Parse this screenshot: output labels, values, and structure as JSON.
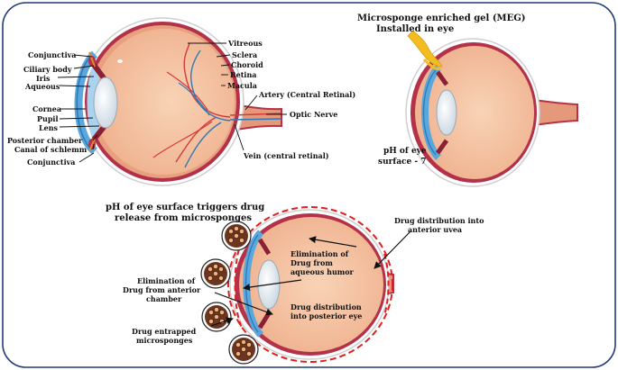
{
  "eye_anatomy_labels": {
    "conjunctiva_top": "Conjunctiva",
    "ciliary_body": "Ciliary body",
    "iris": "Iris",
    "aqueous": "Aqueous",
    "cornea": "Cornea",
    "pupil": "Pupil",
    "lens": "Lens",
    "posterior_chamber": "Posterior chamber",
    "canal_of_schlemm": "Canal of schlemm",
    "conjunctiva_bottom": "Conjunctiva",
    "vitreous": "Vitreous",
    "sclera": "Sclera",
    "choroid": "Choroid",
    "retina": "Retina",
    "macula": "Macula",
    "artery": "Artery (Central Retinal)",
    "optic_nerve": "Optic Nerve",
    "vein": "Vein (central retinal)"
  },
  "meg_panel": {
    "title_line1": "Microsponge enriched gel (MEG)",
    "title_line2": "Installed in eye",
    "ph_line1": "pH of eye",
    "ph_line2": "surface - 7"
  },
  "release_panel": {
    "trigger_line1": "pH of eye surface triggers drug",
    "trigger_line2": "release from microsponges",
    "anterior_uvea_line1": "Drug distribution into",
    "anterior_uvea_line2": "anterior uvea",
    "aqueous_elim_line1": "Elimination of",
    "aqueous_elim_line2": "Drug from",
    "aqueous_elim_line3": "aqueous humor",
    "anterior_elim_line1": "Elimination of",
    "anterior_elim_line2": "Drug from anterior",
    "anterior_elim_line3": "chamber",
    "posterior_line1": "Drug distribution",
    "posterior_line2": "into posterior eye",
    "entrapped_line1": "Drug entrapped",
    "entrapped_line2": "microsponges"
  },
  "colors": {
    "eye_fill": "#f5c4a3",
    "sclera_rim": "#b3324a",
    "cornea_blue": "#5aa7dd",
    "lens": "#e6eef4",
    "gel": "#f3bd1f",
    "drug_dash": "#e02020",
    "microsponge_fill": "#6b3520",
    "frame": "#1f3a78"
  }
}
